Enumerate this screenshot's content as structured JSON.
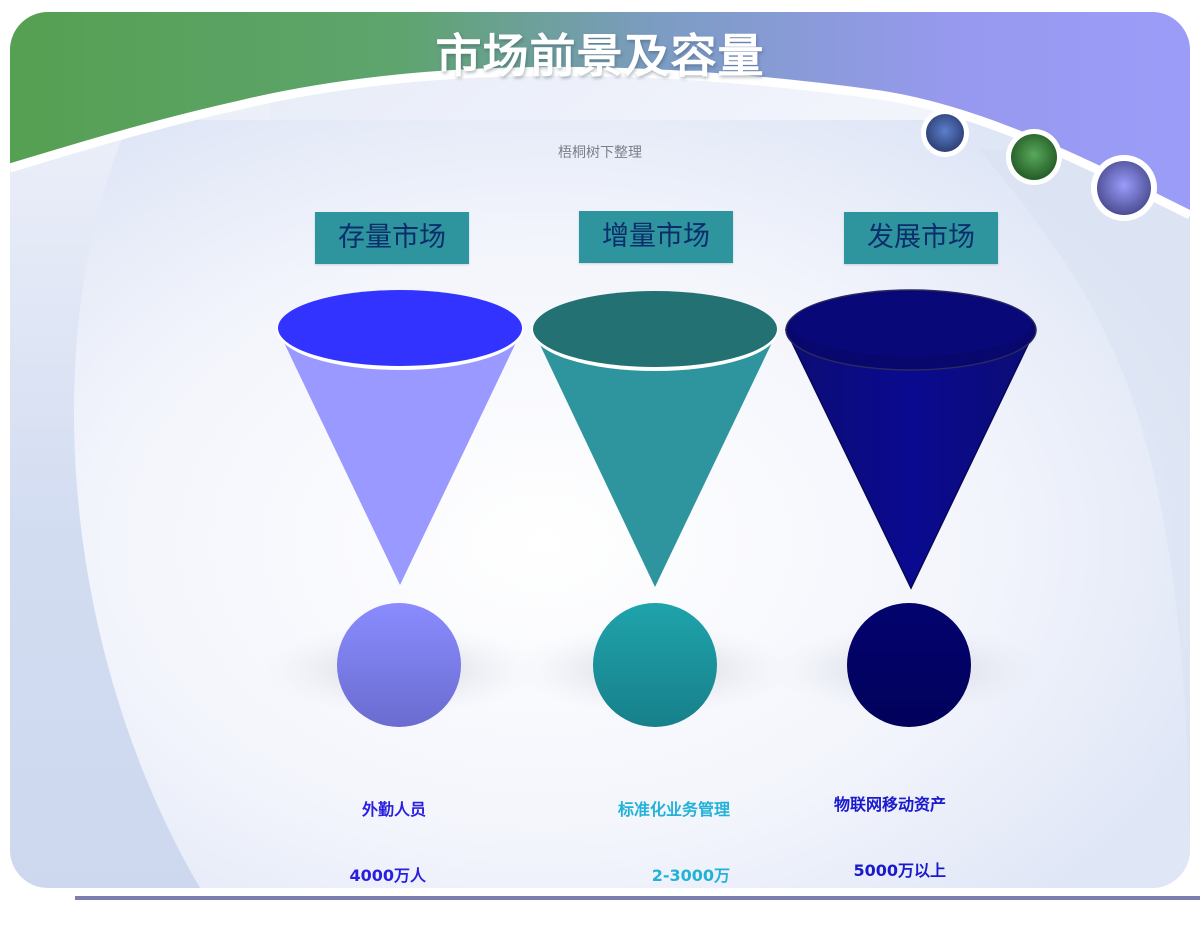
{
  "slide": {
    "title": "市场前景及容量",
    "subtitle": "梧桐树下整理"
  },
  "colors": {
    "header_green": "#55a052",
    "header_lavender": "#9a9cf7",
    "label_box": "#2e959e",
    "label_text": "#0c2d6b"
  },
  "decor_dots": [
    {
      "name": "blue-dot",
      "color": "#4a6aac"
    },
    {
      "name": "green-dot",
      "color": "#3d8a40"
    },
    {
      "name": "lavender-dot",
      "color": "#8e90f0"
    }
  ],
  "markets": [
    {
      "label": "存量市场",
      "rim_color": "#3333ff",
      "cone_color": "#9999ff",
      "sphere_color": "#7f82f0",
      "caption_lines": [
        "外勤人员",
        "4000万人"
      ],
      "caption_color": "#2a1fe0",
      "caption_align": "right"
    },
    {
      "label": "增量市场",
      "rim_color": "#237173",
      "cone_color": "#2e949e",
      "sphere_color": "#1c9aa3",
      "caption_lines": [
        "标准化业务管理",
        "2-3000万"
      ],
      "caption_color": "#22b2d8",
      "caption_align": "right"
    },
    {
      "label": "发展市场",
      "rim_color": "#0a0a85",
      "cone_color": "#0a0a8a",
      "sphere_color": "#020266",
      "caption_lines": [
        "物联网移动资产",
        "5000万以上"
      ],
      "caption_color": "#1a1acc",
      "caption_align": "right"
    }
  ]
}
